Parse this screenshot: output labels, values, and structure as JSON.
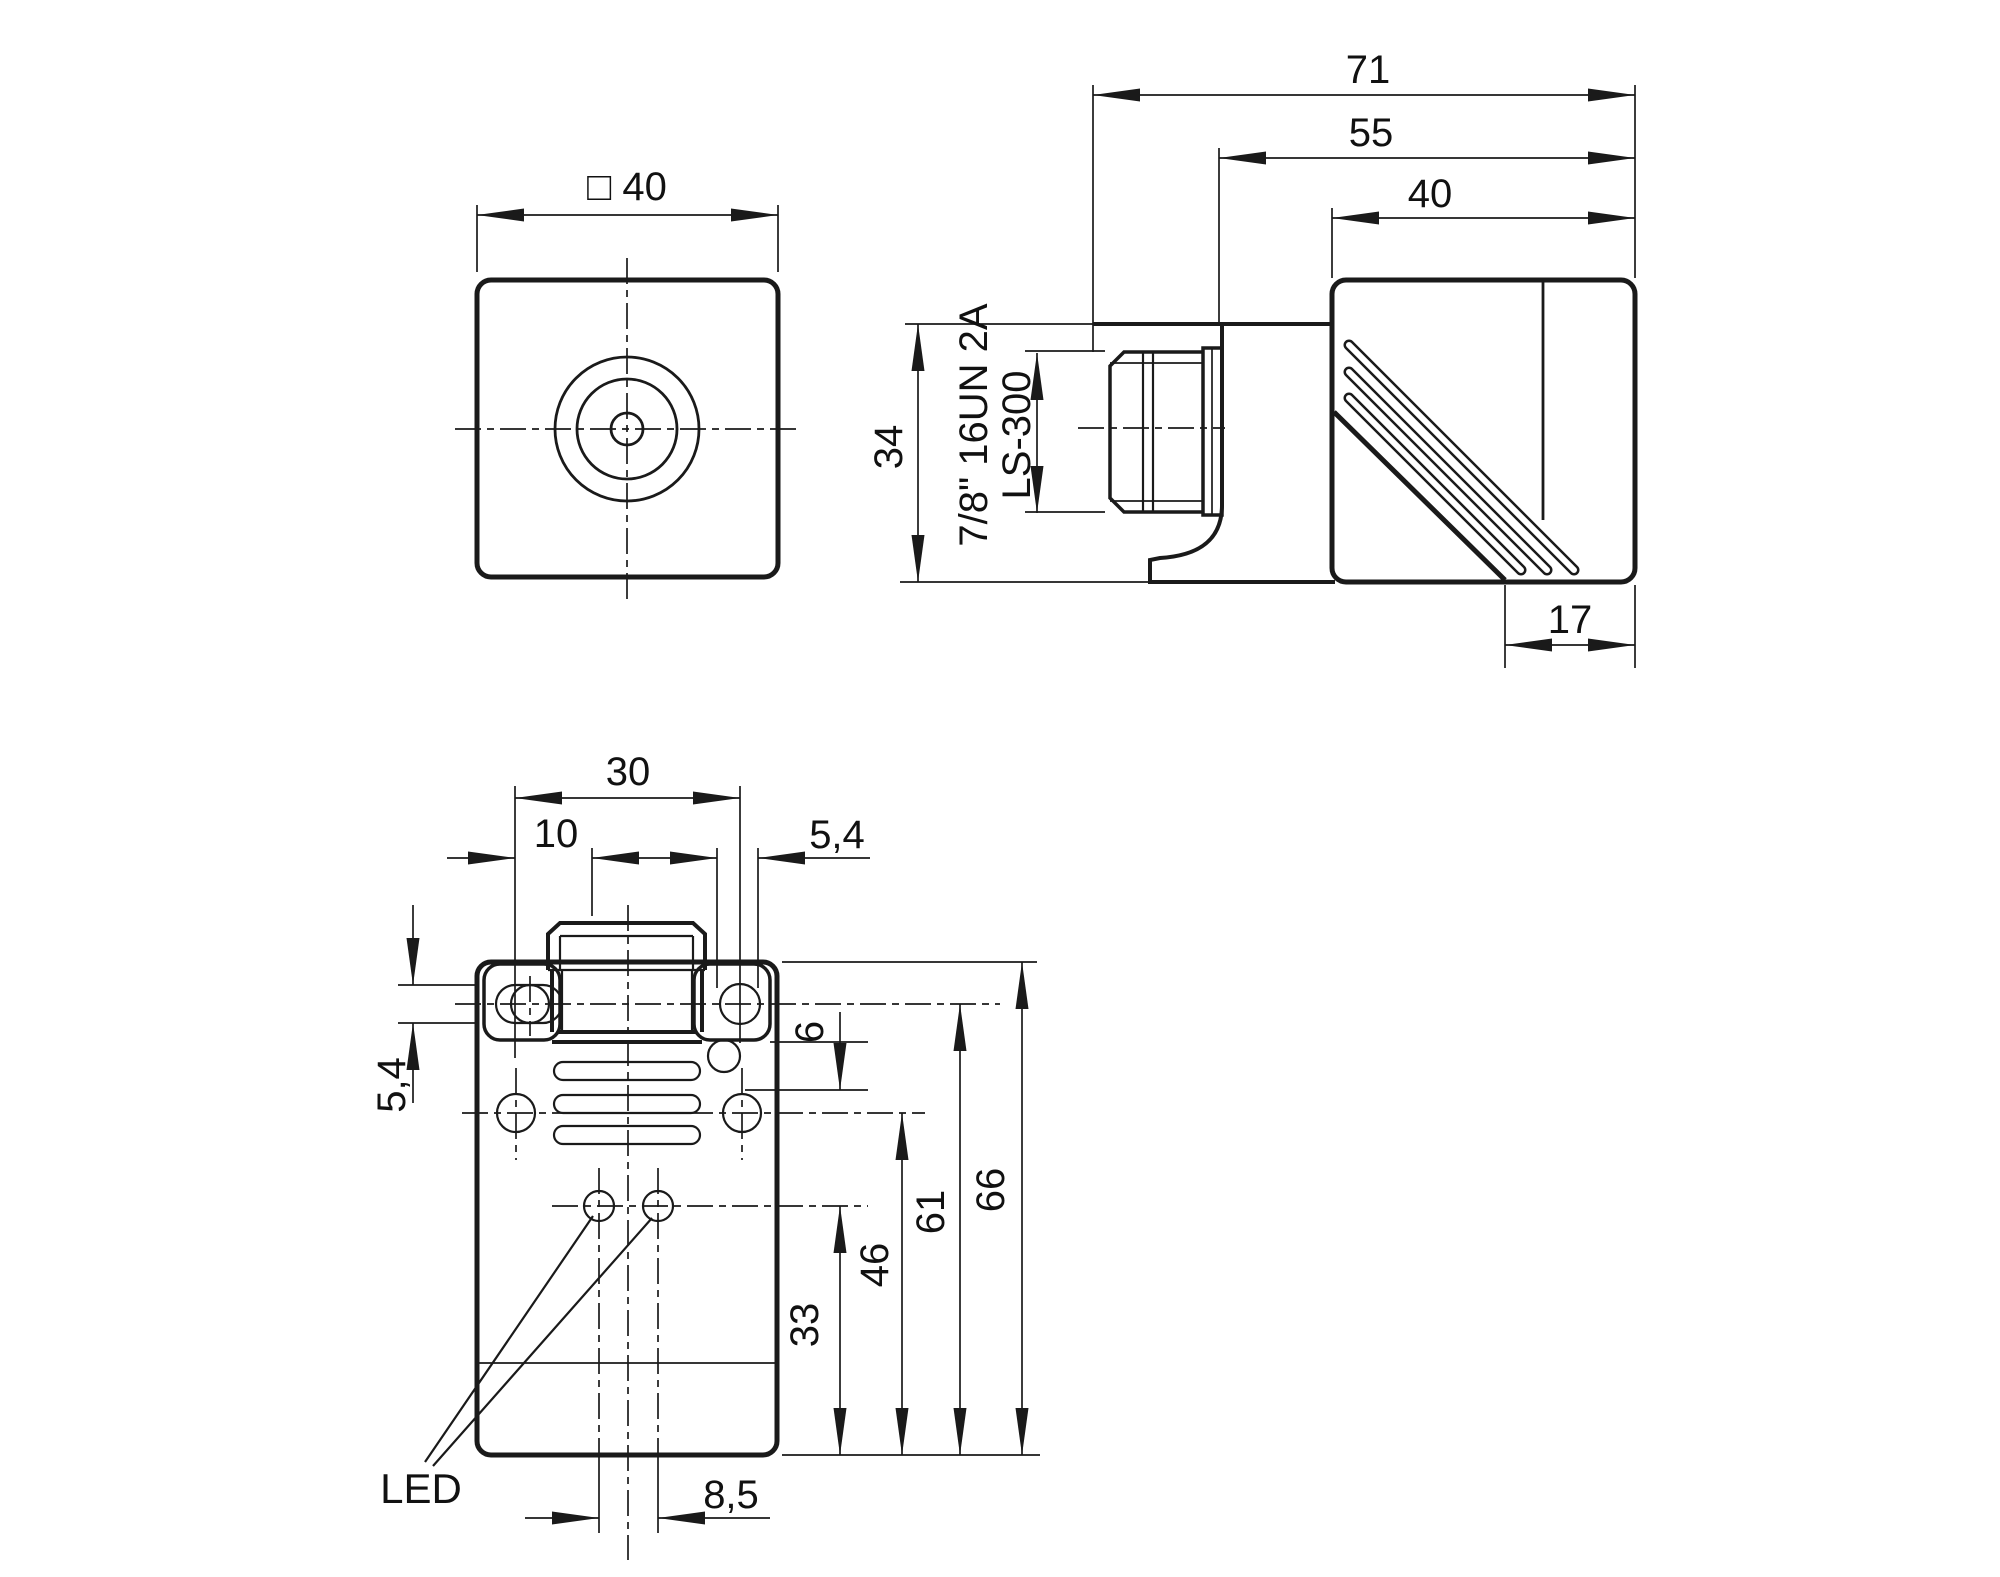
{
  "colors": {
    "line": "#1a1a1a",
    "background": "#ffffff"
  },
  "units": "mm",
  "views": {
    "front": {
      "name": "front view",
      "width_label": "□ 40"
    },
    "side": {
      "name": "side view",
      "overall_length": "71",
      "length_to_connector_base": "55",
      "body_depth": "40",
      "height": "34",
      "chamfer_depth": "17",
      "thread_spec": "7/8\" 16UN 2A",
      "connector_series": "LS-300"
    },
    "bottom": {
      "name": "bottom view",
      "mounting_hole_spacing": "30",
      "hole_offset": "10",
      "slot_width_top": "5,4",
      "slot_width_side": "5,4",
      "hole_step": "6",
      "overall_height": "66",
      "height_to_ear_hole": "61",
      "height_to_mid_holes": "46",
      "height_to_led": "33",
      "led_spacing": "8,5",
      "led_label": "LED"
    }
  }
}
